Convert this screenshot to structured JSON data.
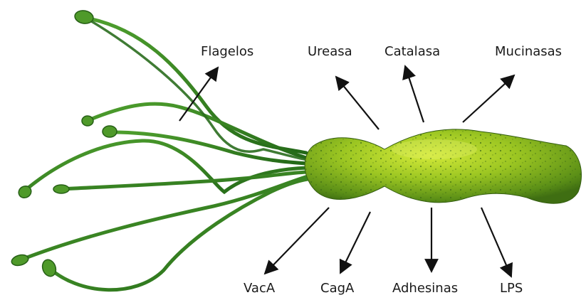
{
  "labels": {
    "flagelos": "Flagelos",
    "ureasa": "Ureasa",
    "catalasa": "Catalasa",
    "mucinasas": "Mucinasas",
    "vaca": "VacA",
    "caga": "CagA",
    "adhesinas": "Adhesinas",
    "lps": "LPS"
  },
  "colors": {
    "body_light": "#b8d82a",
    "body_mid": "#7fae1c",
    "body_dark": "#3f6e12",
    "flagellum": "#2f7a22",
    "flagellum_light": "#6db83a",
    "arrow": "#111111",
    "text": "#1a1a1a"
  }
}
